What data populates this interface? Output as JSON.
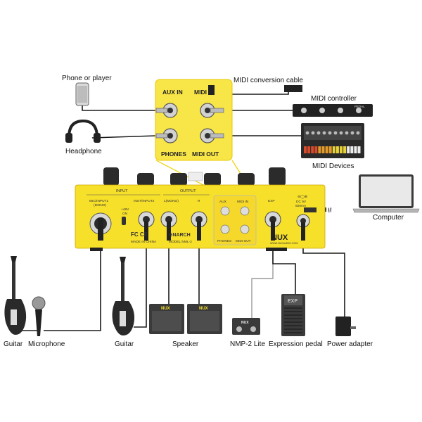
{
  "labels": {
    "phone": "Phone or player",
    "headphone": "Headphone",
    "midi_cable": "MIDI conversion cable",
    "midi_controller": "MIDI controller",
    "midi_devices": "MIDI Devices",
    "computer": "Computer",
    "guitar_left": "Guitar",
    "microphone": "Microphone",
    "guitar_mid": "Guitar",
    "speaker": "Speaker",
    "nmp2": "NMP-2 Lite",
    "expression": "Expression pedal",
    "power": "Power adapter"
  },
  "zoom_panel": {
    "aux_in": "AUX IN",
    "midi_in": "MIDI IN",
    "phones": "PHONES",
    "midi_out": "MIDI OUT"
  },
  "device_panel": {
    "input": "INPUT",
    "output": "OUTPUT",
    "mic_input": "MIC/INPUT1",
    "mono": "(MONO)",
    "inst_input": "INST/INPUT2",
    "phantom": "+48V",
    "phantom_on": "ON",
    "l_mono": "L(MONO)",
    "r": "R",
    "aux": "AUX",
    "midi_in": "MIDI IN",
    "phones": "PHONES",
    "midi_out": "MIDI OUT",
    "exp": "EXP",
    "dc": "DC 9V",
    "current": "500mA",
    "brand": "NUX",
    "fc_ce": "FC CE",
    "made_in": "MADE IN CHINA",
    "model_fragment": "GNARCH",
    "model_no": "MODEL:NML-2",
    "website": "WWW.NUXAUDIO.COM"
  },
  "gear_text": {
    "amp_badge": "NUX",
    "nmp_badge": "NUX",
    "exp_label": "EXP",
    "pedal_label": "PEDAL"
  },
  "colors": {
    "device_yellow": "#f7e02a",
    "zoom_yellow": "#f8e548",
    "cable": "#1a1a1a",
    "grey_cable": "#999999"
  }
}
